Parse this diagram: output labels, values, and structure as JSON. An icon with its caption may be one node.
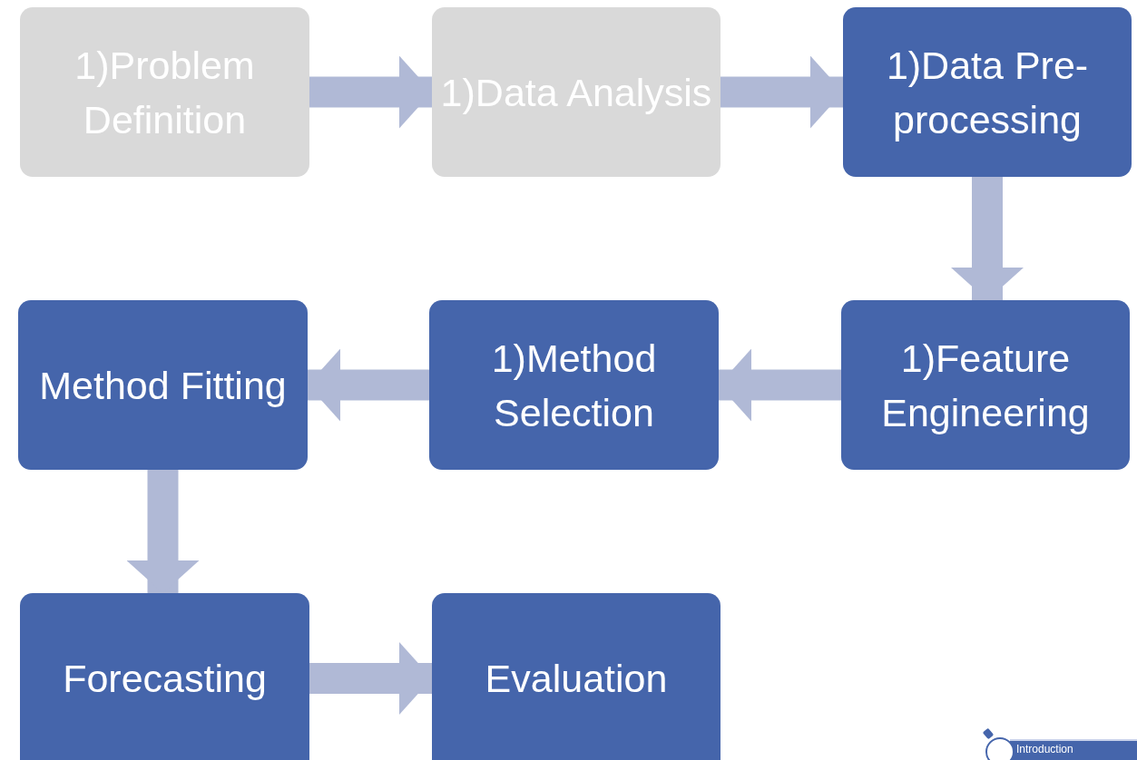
{
  "diagram": {
    "nodes": [
      {
        "text": [
          "1)Problem Definition"
        ]
      },
      {
        "text": [
          "1)Data Analysis"
        ]
      },
      {
        "text": [
          "1)Data Pre-processing"
        ]
      },
      {
        "text": [
          "1)Feature Engineering"
        ]
      },
      {
        "text": [
          "1)Method Selection"
        ]
      },
      {
        "text": [
          "Method Fitting"
        ]
      },
      {
        "text": [
          "Forecasting"
        ]
      },
      {
        "text": [
          "Evaluation"
        ]
      }
    ],
    "edges": [
      {
        "from": 0,
        "to": 1,
        "arrow": "to"
      },
      {
        "from": 1,
        "to": 2,
        "arrow": "to"
      },
      {
        "from": 2,
        "to": 3,
        "arrow": "to"
      },
      {
        "from": 3,
        "to": 4,
        "arrow": "to"
      },
      {
        "from": 4,
        "to": 5,
        "arrow": "to"
      },
      {
        "from": 5,
        "to": 6,
        "arrow": "to"
      },
      {
        "from": 6,
        "to": 7,
        "arrow": "to"
      }
    ],
    "labels": [
      "Introduction"
    ]
  }
}
